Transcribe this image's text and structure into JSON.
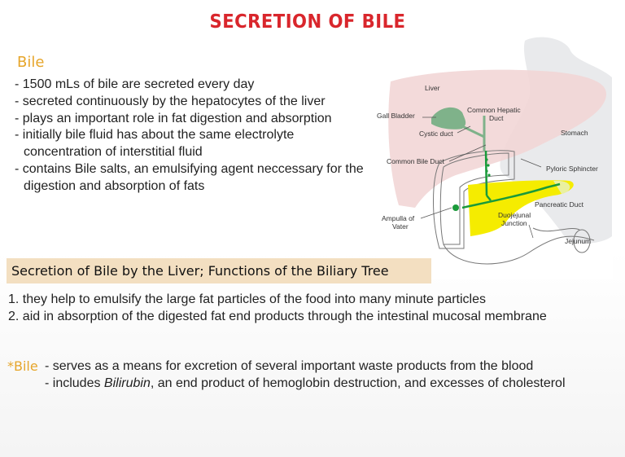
{
  "title": "Secretion of Bile",
  "bile_heading": "Bile",
  "bullets": [
    "- 1500 mLs of bile are secreted every day",
    "- secreted continuously by the hepatocytes of the liver",
    "- plays an important role in fat digestion and absorption",
    "- initially bile fluid has about the same electrolyte concentration of interstitial fluid",
    "- contains Bile salts, an emulsifying agent neccessary for the digestion and absorption of fats"
  ],
  "diagram": {
    "labels": {
      "liver": "Liver",
      "gall_bladder": "Gall Bladder",
      "common_hepatic_1": "Common Hepatic",
      "common_hepatic_2": "Duct",
      "cystic_duct": "Cystic duct",
      "stomach": "Stomach",
      "common_bile_duct": "Common Bile Duct",
      "pyloric_sphincter": "Pyloric Sphincter",
      "pancreatic_duct": "Pancreatic Duct",
      "ampulla_1": "Ampulla of",
      "ampulla_2": "Vater",
      "duojejunal_1": "Duojejunal",
      "duojejunal_2": "Junction",
      "jejunum": "Jejunum"
    },
    "colors": {
      "liver": "#f2d6d6",
      "stomach": "#e9eaec",
      "gallbladder": "#7fb28a",
      "pancreas": "#f5ec00",
      "duct": "#1a9a3a"
    }
  },
  "banner": "Secretion of Bile by the Liver; Functions of the Biliary Tree",
  "functions": [
    "1. they help to emulsify the large fat particles of the food into many minute particles",
    "2. aid in absorption of the digested fat end products through the intestinal mucosal membrane"
  ],
  "bile_note": {
    "label": "*Bile",
    "line1": "- serves as a means for excretion of several important waste products from the blood",
    "line2_pre": "- includes ",
    "line2_em": "Bilirubin",
    "line2_post": ", an end product of hemoglobin destruction, and excesses of cholesterol"
  },
  "colors": {
    "title": "#d9262c",
    "accent": "#e6a52a",
    "banner": "#f3dfc1"
  }
}
